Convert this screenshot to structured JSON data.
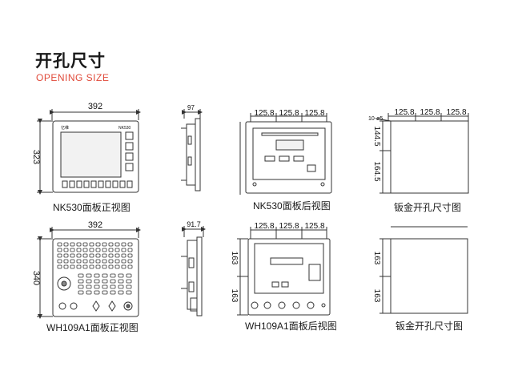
{
  "header": {
    "title": "开孔尺寸",
    "subtitle": "OPENING SIZE"
  },
  "row1": {
    "front": {
      "caption": "NK530面板正视图",
      "width": "392",
      "height": "323",
      "logo": "亿维",
      "model": "NK530"
    },
    "side": {
      "depth": "97"
    },
    "back": {
      "caption": "NK530面板后视图",
      "spacings": [
        "125.8",
        "125.8",
        "125.8"
      ]
    },
    "cutout": {
      "caption": "钣金开孔尺寸图",
      "hole": "10-ø5",
      "spacings": [
        "125.8",
        "125.8",
        "125.8"
      ],
      "v_spacings": [
        "144.5",
        "164.5"
      ]
    }
  },
  "row2": {
    "front": {
      "caption": "WH109A1面板正视图",
      "width": "392",
      "height": "340"
    },
    "side": {
      "depth": "91.7"
    },
    "back": {
      "caption": "WH109A1面板后视图",
      "spacings": [
        "125.8",
        "125.8",
        "125.8"
      ],
      "v_spacings": [
        "163",
        "163"
      ]
    },
    "cutout": {
      "caption": "钣金开孔尺寸图",
      "v_spacings": [
        "163",
        "163"
      ]
    }
  },
  "colors": {
    "accent": "#e04a3a",
    "line": "#333333",
    "screen": "#f2f2f2"
  }
}
